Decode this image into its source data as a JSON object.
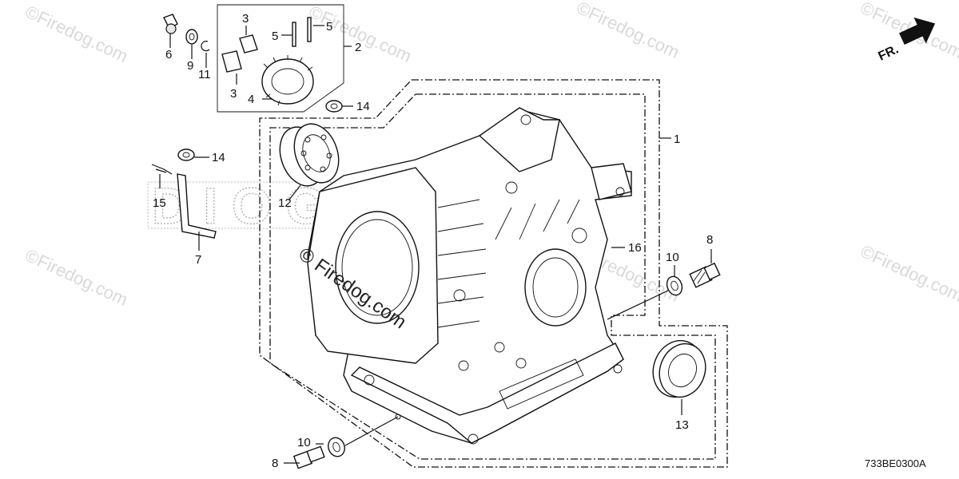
{
  "watermark": {
    "text": "©Firedog.com",
    "center_text": "© Firedog.com",
    "big_letters": "DIOGIS"
  },
  "direction_label": "FR.",
  "diagram_code": "733BE0300A",
  "callouts": {
    "c1": "1",
    "c2": "2",
    "c3a": "3",
    "c3b": "3",
    "c4": "4",
    "c5a": "5",
    "c5b": "5",
    "c6": "6",
    "c7": "7",
    "c8a": "8",
    "c8b": "8",
    "c9": "9",
    "c10a": "10",
    "c10b": "10",
    "c11": "11",
    "c12": "12",
    "c13": "13",
    "c14a": "14",
    "c14b": "14",
    "c15": "15",
    "c16": "16"
  }
}
